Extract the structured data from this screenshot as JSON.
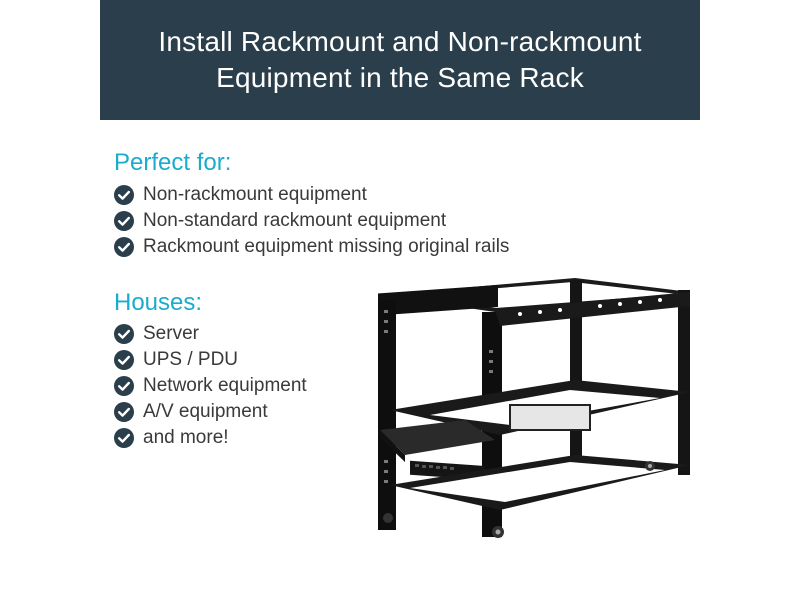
{
  "banner": {
    "line1": "Install Rackmount and Non-rackmount",
    "line2": "Equipment in the Same Rack"
  },
  "perfect_for": {
    "heading": "Perfect for:",
    "items": [
      "Non-rackmount equipment",
      "Non-standard rackmount equipment",
      "Rackmount equipment missing original rails"
    ]
  },
  "houses": {
    "heading": "Houses:",
    "items": [
      "Server",
      "UPS / PDU",
      "Network equipment",
      "A/V equipment",
      "and more!"
    ]
  },
  "colors": {
    "banner_bg": "#2b3e4b",
    "accent": "#1aaccc",
    "text": "#3a3a3a",
    "check_icon": "#2b3e4b"
  },
  "icons": {
    "bullet": "check-circle-icon"
  },
  "image": {
    "subject": "open-frame-rack-with-shelf"
  }
}
